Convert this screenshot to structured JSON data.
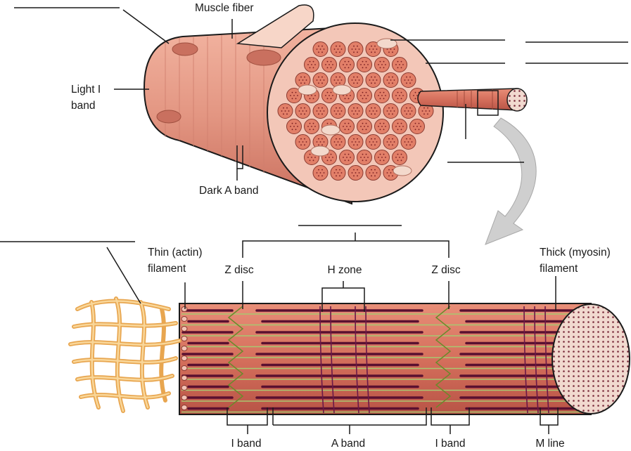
{
  "labels": {
    "muscle_fiber": "Muscle fiber",
    "light_i_band": "Light I",
    "light_i_band_2": "band",
    "dark_a_band": "Dark A band",
    "thin_filament": "Thin (actin)",
    "thin_filament_2": "filament",
    "thick_filament": "Thick (myosin)",
    "thick_filament_2": "filament",
    "z_disc_left": "Z disc",
    "z_disc_right": "Z disc",
    "h_zone": "H zone",
    "i_band_left": "I band",
    "a_band": "A band",
    "i_band_right": "I band",
    "m_line": "M line"
  },
  "colors": {
    "fiber_body": "#e8a08c",
    "fiber_dark": "#c86a5a",
    "fiber_edge": "#1a1a1a",
    "myofibril_cross_section": "#e27f68",
    "myofibril_dot": "#8a2a2a",
    "mitochondria": "#f3d9cc",
    "thick_filament": "#5a1030",
    "thin_filament": "#b7d27a",
    "z_disc": "#6a8a2a",
    "sarcoplasmic_reticulum": "#f6c27a",
    "arrow": "#c9c9c9"
  }
}
